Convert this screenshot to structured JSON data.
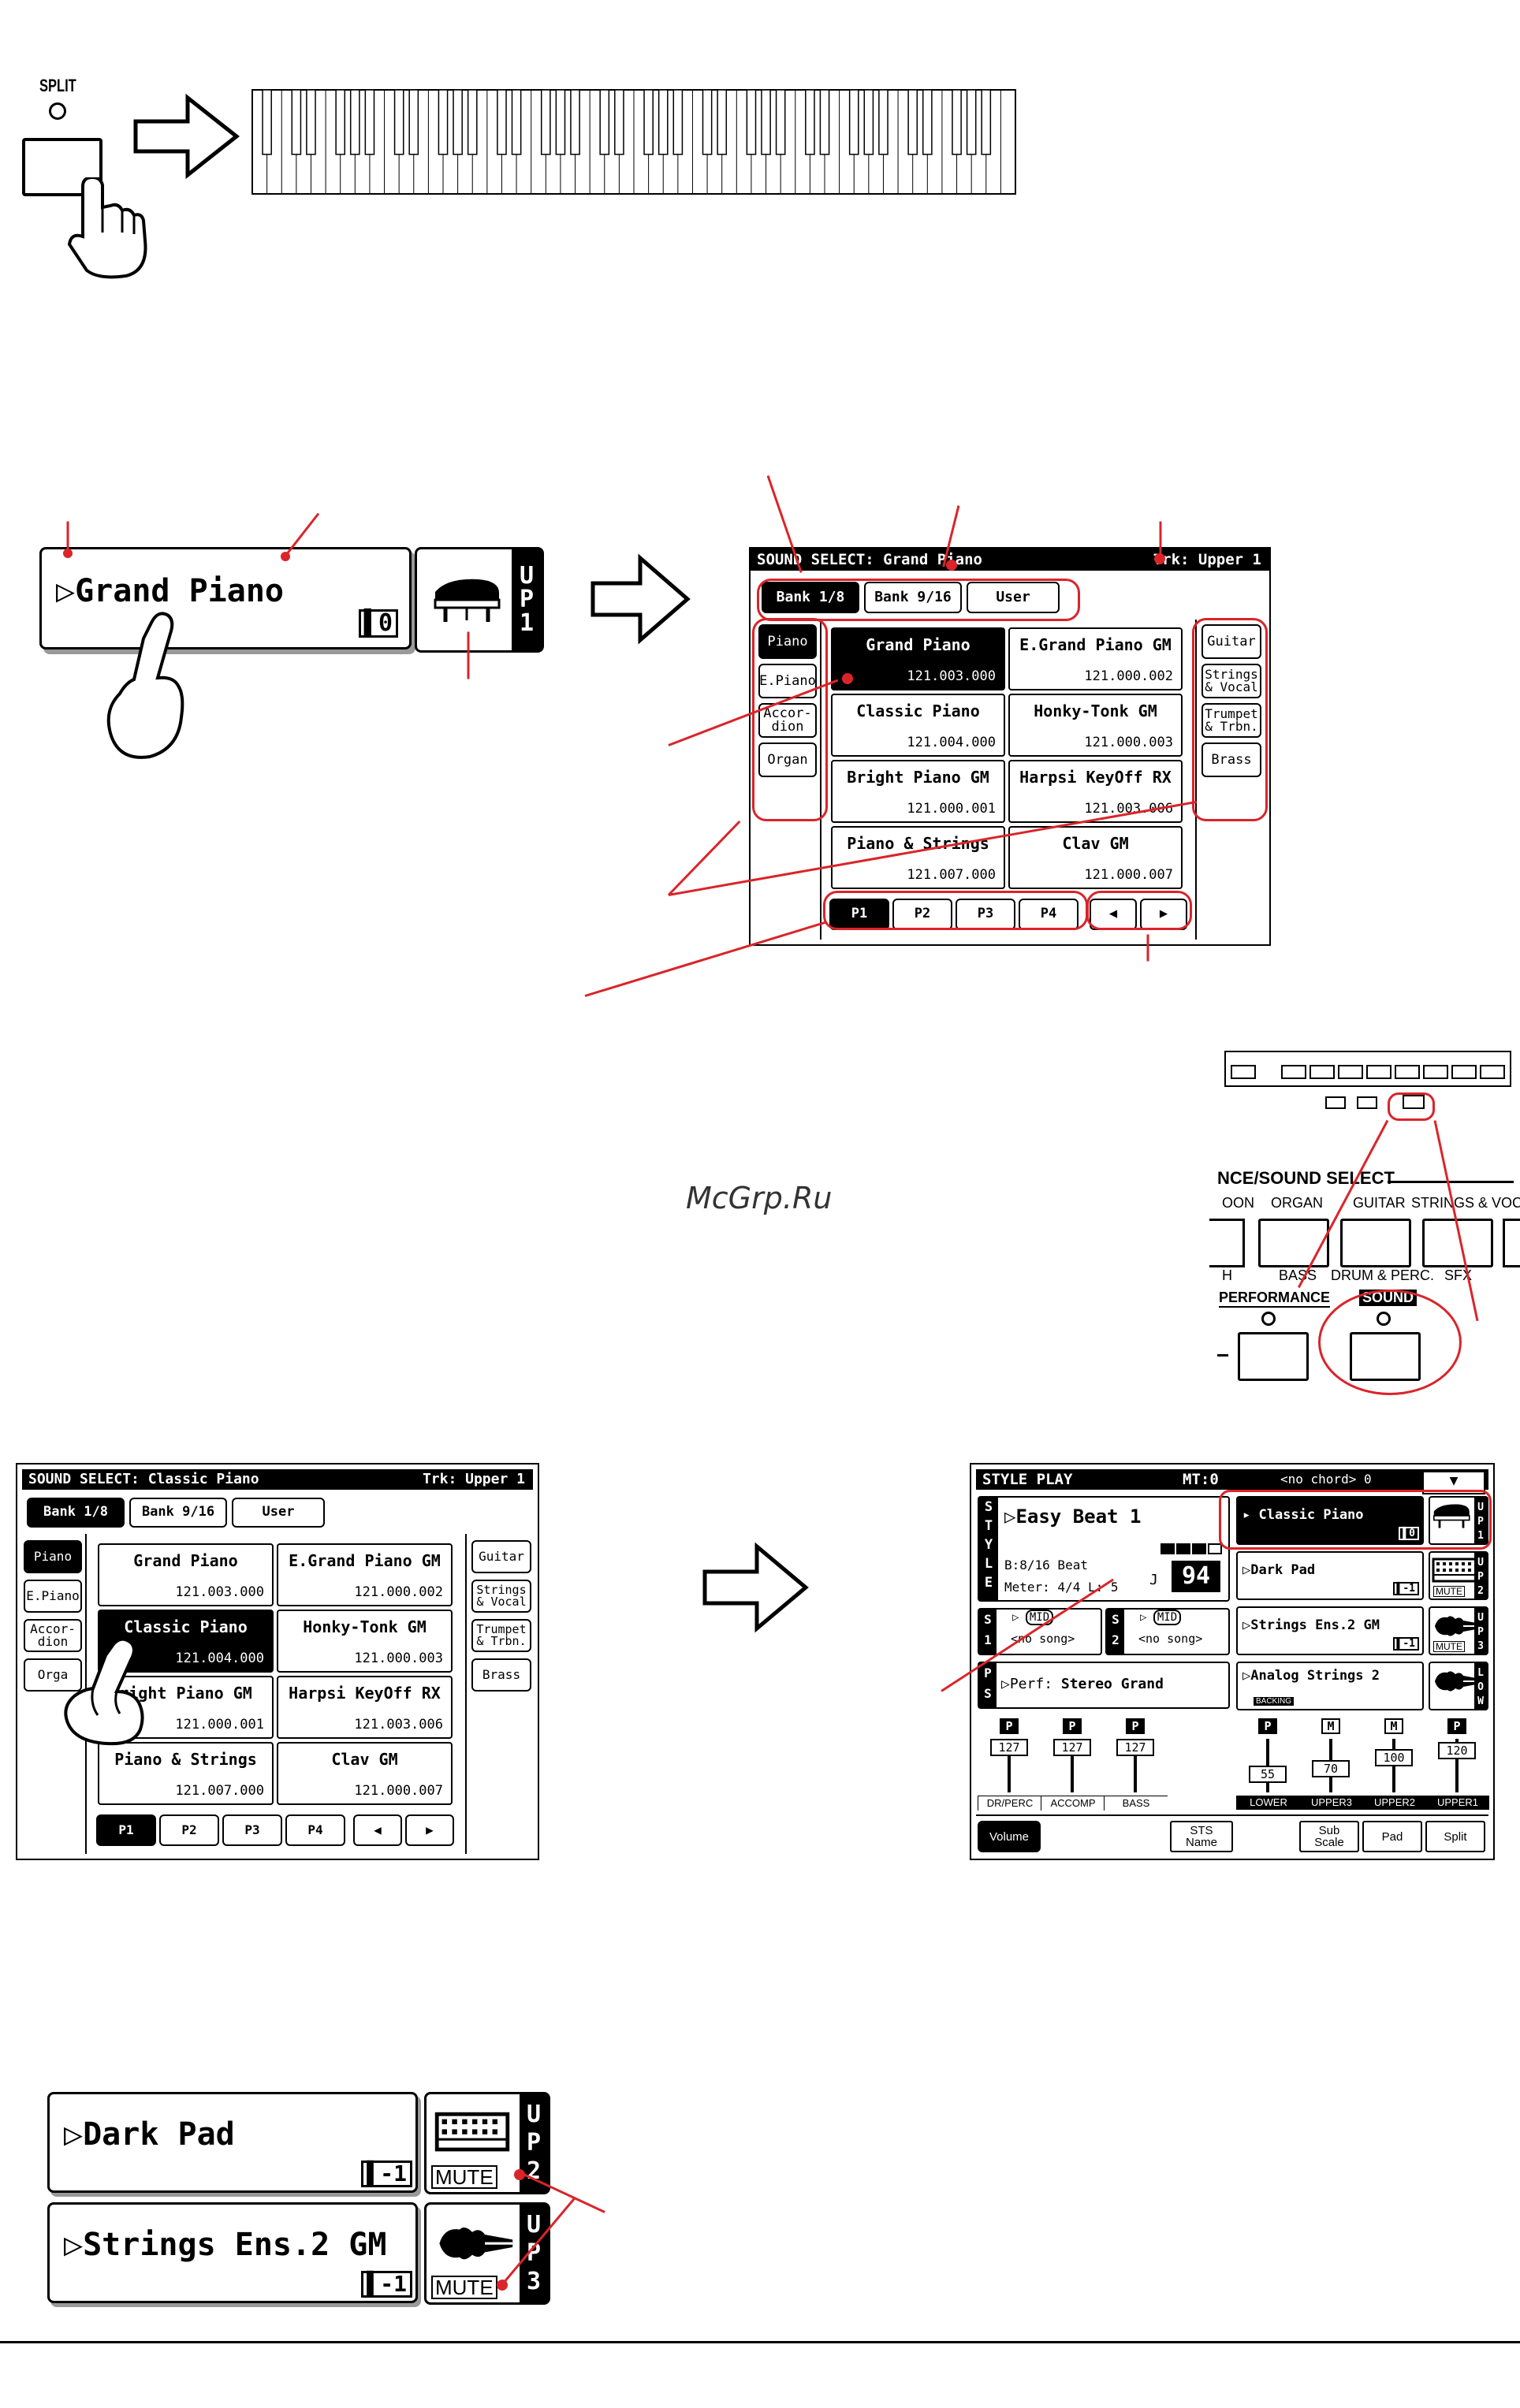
{
  "split_section": {
    "split_label": "SPLIT"
  },
  "track_display_1": {
    "sound_name": "Grand Piano",
    "octave": "0",
    "up_label": [
      "U",
      "P",
      "1"
    ]
  },
  "sound_select_1": {
    "title": "SOUND SELECT: Grand Piano",
    "track": "Trk: Upper 1",
    "banks": [
      "Bank 1/8",
      "Bank 9/16",
      "User"
    ],
    "left_tabs": [
      "Piano",
      "E.Piano",
      "Accor-\ndion",
      "Organ"
    ],
    "right_tabs": [
      "Guitar",
      "Strings\n& Vocal",
      "Trumpet\n& Trbn.",
      "Brass"
    ],
    "sounds": [
      {
        "name": "Grand Piano",
        "number": "121.003.000"
      },
      {
        "name": "E.Grand Piano GM",
        "number": "121.000.002"
      },
      {
        "name": "Classic Piano",
        "number": "121.004.000"
      },
      {
        "name": "Honky-Tonk GM",
        "number": "121.000.003"
      },
      {
        "name": "Bright Piano GM",
        "number": "121.000.001"
      },
      {
        "name": "Harpsi KeyOff RX",
        "number": "121.003.006"
      },
      {
        "name": "Piano & Strings",
        "number": "121.007.000"
      },
      {
        "name": "Clav GM",
        "number": "121.000.007"
      }
    ],
    "pages": [
      "P1",
      "P2",
      "P3",
      "P4"
    ],
    "arrows": [
      "◀",
      "▶"
    ]
  },
  "watermark": "McGrp.Ru",
  "panel": {
    "header": "NCE/SOUND SELECT",
    "top_labels": [
      "OON",
      "ORGAN",
      "GUITAR",
      "STRINGS & VOC."
    ],
    "bottom_labels": [
      "H",
      "BASS",
      "DRUM & PERC.",
      "SFX"
    ],
    "performance": "PERFORMANCE",
    "sound": "SOUND"
  },
  "sound_select_2": {
    "title": "SOUND SELECT: Classic Piano",
    "track": "Trk: Upper 1",
    "banks": [
      "Bank 1/8",
      "Bank 9/16",
      "User"
    ],
    "left_tabs": [
      "Piano",
      "E.Piano",
      "Accor-\ndion",
      "Orga"
    ],
    "right_tabs": [
      "Guitar",
      "Strings\n& Vocal",
      "Trumpet\n& Trbn.",
      "Brass"
    ],
    "sounds": [
      {
        "name": "Grand Piano",
        "number": "121.003.000"
      },
      {
        "name": "E.Grand Piano GM",
        "number": "121.000.002"
      },
      {
        "name": "Classic Piano",
        "number": "121.004.000"
      },
      {
        "name": "Honky-Tonk GM",
        "number": "121.000.003"
      },
      {
        "name": "right Piano GM",
        "number": "121.000.001"
      },
      {
        "name": "Harpsi KeyOff RX",
        "number": "121.003.006"
      },
      {
        "name": "Piano & Strings",
        "number": "121.007.000"
      },
      {
        "name": "Clav GM",
        "number": "121.000.007"
      }
    ],
    "pages": [
      "P1",
      "P2",
      "P3",
      "P4"
    ],
    "arrows": [
      "◀",
      "▶"
    ]
  },
  "style_play": {
    "title": "STYLE PLAY",
    "mt": "MT:0",
    "chord": "<no chord> 0",
    "style_tag": [
      "S",
      "T",
      "Y",
      "L",
      "E"
    ],
    "style_name": "Easy Beat 1",
    "beat": "B:8/16 Beat",
    "meter": "Meter: 4/4  L: 5",
    "tempo": "94",
    "tempo_prefix": "J",
    "s1_label": [
      "S",
      "1"
    ],
    "s2_label": [
      "S",
      "2"
    ],
    "midi_tag": "MID",
    "no_song_1": "<no song>",
    "no_song_2": "<no song>",
    "ps_label": [
      "P",
      "S"
    ],
    "perf_prefix": "Perf:",
    "perf_name": "Stereo Grand",
    "tracks": [
      {
        "name": "Classic Piano",
        "octave": "0",
        "up": [
          "U",
          "P",
          "1"
        ],
        "mute": ""
      },
      {
        "name": "Dark Pad",
        "octave": "-1",
        "up": [
          "U",
          "P",
          "2"
        ],
        "mute": "MUTE"
      },
      {
        "name": "Strings Ens.2 GM",
        "octave": "-1",
        "up": [
          "U",
          "P",
          "3"
        ],
        "mute": "MUTE"
      },
      {
        "name": "Analog Strings 2",
        "octave": "",
        "up": [
          "L",
          "O",
          "W"
        ],
        "mute": "",
        "badge": "BACKING"
      }
    ],
    "volumes_left": [
      "127",
      "127",
      "127"
    ],
    "volumes_right": [
      "55",
      "70",
      "100",
      "120"
    ],
    "left_pm": [
      "P",
      "P",
      "P"
    ],
    "right_pm": [
      "P",
      "M",
      "M",
      "P"
    ],
    "mixer_labels": [
      "DR/PERC",
      "ACCOMP",
      "BASS",
      "LOWER",
      "UPPER3",
      "UPPER2",
      "UPPER1"
    ],
    "bottom_tabs": [
      "Volume",
      "STS\nName",
      "Sub\nScale",
      "Pad",
      "Split"
    ]
  },
  "tracks_bottom": [
    {
      "name": "Dark Pad",
      "octave": "-1",
      "up": [
        "U",
        "P",
        "2"
      ],
      "mute": "MUTE"
    },
    {
      "name": "Strings Ens.2 GM",
      "octave": "-1",
      "up": [
        "U",
        "P",
        "3"
      ],
      "mute": "MUTE"
    }
  ],
  "colors": {
    "annotation_red": "#d9252a",
    "lcd_black": "#000000"
  }
}
